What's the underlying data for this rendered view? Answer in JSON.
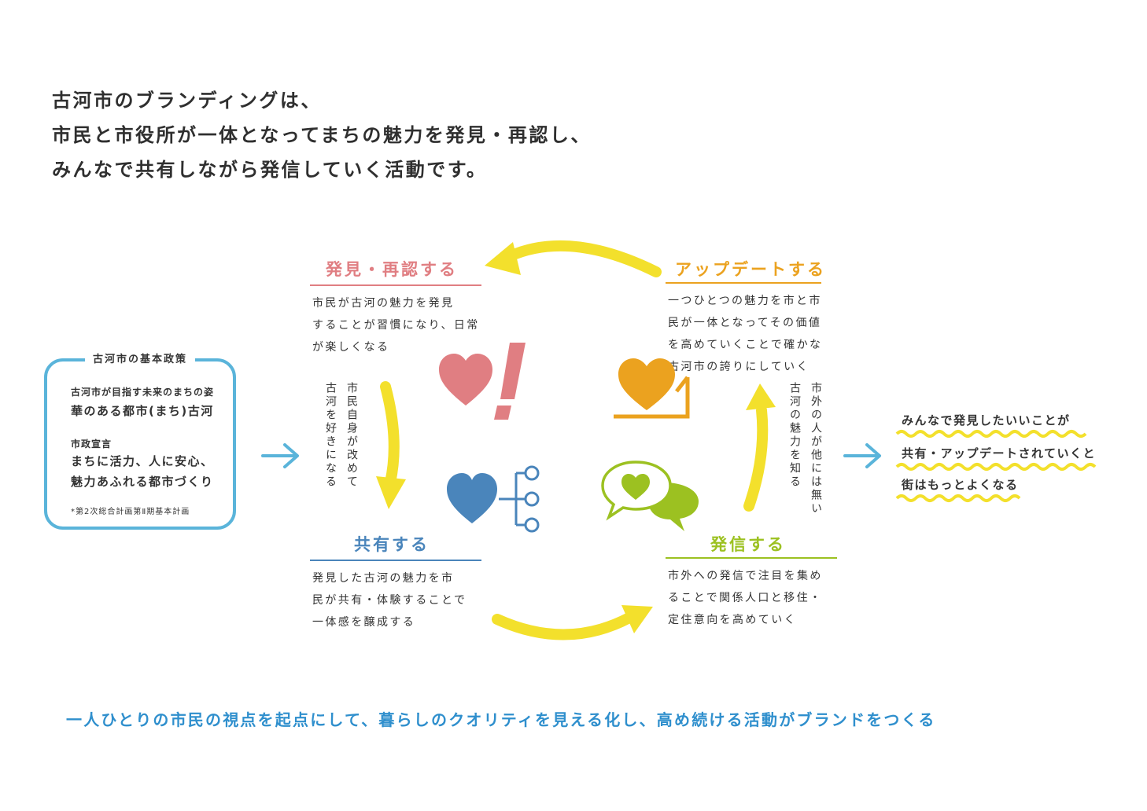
{
  "headline": {
    "line1": "古河市のブランディングは、",
    "line2": "市民と市役所が一体となってまちの魅力を発見・再認し、",
    "line3": "みんなで共有しながら発信していく活動です。"
  },
  "policy": {
    "title": "古河市の基本政策",
    "vision_label": "古河市が目指す未来のまちの姿",
    "vision": "華のある都市(まち)古河",
    "declaration_label": "市政宣言",
    "declaration_line1": "まちに活力、人に安心、",
    "declaration_line2": "魅力あふれる都市づくり",
    "note": "*第2次総合計画第Ⅱ期基本計画"
  },
  "steps": {
    "discover": {
      "title": "発見・再認する",
      "desc1": "市民が古河の魅力を発見",
      "desc2": "することが習慣になり、日常",
      "desc3": "が楽しくなる"
    },
    "update": {
      "title": "アップデートする",
      "desc1": "一つひとつの魅力を市と市",
      "desc2": "民が一体となってその価値",
      "desc3": "を高めていくことで確かな",
      "desc4": "古河市の誇りにしていく"
    },
    "share": {
      "title": "共有する",
      "desc1": "発見した古河の魅力を市",
      "desc2": "民が共有・体験することで",
      "desc3": "一体感を醸成する"
    },
    "send": {
      "title": "発信する",
      "desc1": "市外への発信で注目を集め",
      "desc2": "ることで関係人口と移住・",
      "desc3": "定住意向を高めていく"
    }
  },
  "vertical": {
    "left": "市民自身が改めて古河を好きになる",
    "right": "市外の人が他には無い古河の魅力を知る"
  },
  "result": {
    "line1": "みんなで発見したいいことが",
    "line2": "共有・アップデートされていくと",
    "line3": "街はもっとよくなる"
  },
  "bottom": "一人ひとりの市民の視点を起点にして、暮らしのクオリティを見える化し、高め続ける活動がブランドをつくる",
  "colors": {
    "discover": "#e07e82",
    "update": "#eba21f",
    "share": "#4a85bb",
    "send": "#9cc121",
    "arrow": "#f3e02c",
    "policy_border": "#5ab4da",
    "bottom_text": "#2f8fcd",
    "wave": "#f3e02c"
  },
  "icons": {
    "discover": "heart-exclamation-icon",
    "update": "heart-upgrade-icon",
    "share": "heart-network-icon",
    "send": "heart-speech-bubbles-icon"
  }
}
